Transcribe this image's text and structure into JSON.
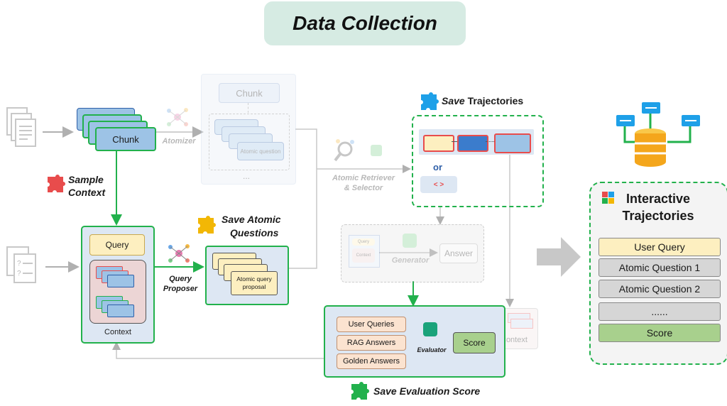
{
  "title": "Data Collection",
  "chunk_stack": {
    "label": "Chunk"
  },
  "atomizer": {
    "label": "Atomizer",
    "chunk_label": "Chunk",
    "atomic_label": "Atomic question",
    "ellipsis": "..."
  },
  "sample_context": {
    "label_line1": "Sample",
    "label_line2": "Context"
  },
  "context_panel": {
    "query_label": "Query",
    "context_label": "Context"
  },
  "query_proposer": {
    "line1": "Query",
    "line2": "Proposer"
  },
  "save_atomic": {
    "line1": "Save Atomic",
    "line2": "Questions"
  },
  "atomic_proposal": {
    "line1": "Atomic query",
    "line2": "proposal"
  },
  "retriever": {
    "line1": "Atomic Retriever",
    "line2": "& Selector"
  },
  "save_trajectories": {
    "prefix": "Save",
    "suffix": "Trajectories"
  },
  "trajectory_box": {
    "or_label": "or",
    "code_label": "< >"
  },
  "generator": {
    "label": "Generator",
    "answer_label": "Answer",
    "mini_query": "Query",
    "mini_context": "Context"
  },
  "evaluation": {
    "inputs": [
      "User Queries",
      "RAG Answers",
      "Golden Answers"
    ],
    "evaluator_label": "Evaluator",
    "score_label": "Score",
    "ghost_context": "Context"
  },
  "save_eval": {
    "label": "Save Evaluation Score"
  },
  "interactive": {
    "title_line1": "Interactive",
    "title_line2": "Trajectories",
    "rows": [
      "User Query",
      "Atomic Question 1",
      "Atomic Question 2",
      "......",
      "Score"
    ]
  },
  "colors": {
    "green": "#22b14c",
    "light_blue_bg": "#dde7f3",
    "cream": "#fdefc0",
    "score_green": "#a8d08d"
  }
}
